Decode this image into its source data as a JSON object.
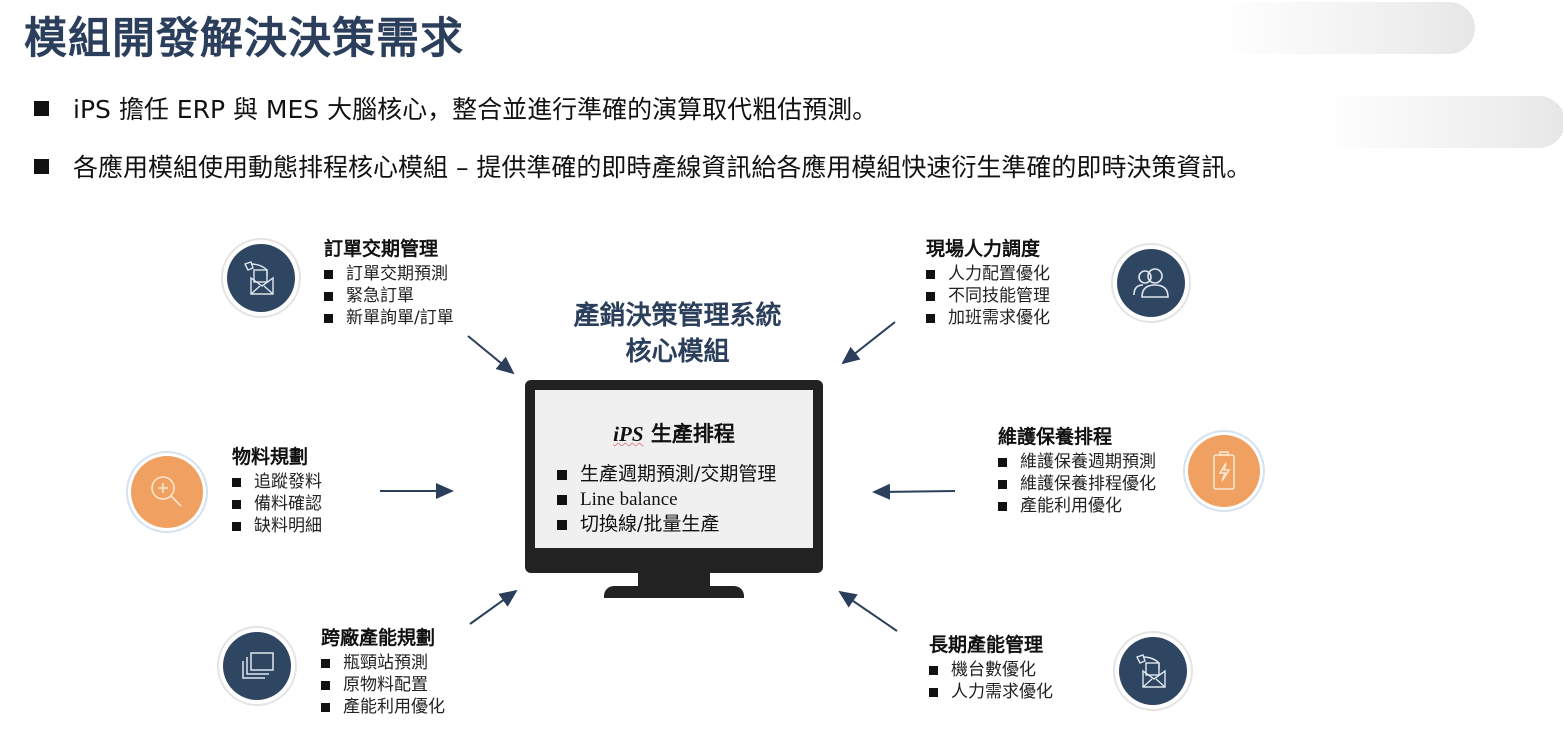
{
  "slide": {
    "title": "模組開發解決決策需求",
    "bullets": [
      "iPS 擔任 ERP 與 MES 大腦核心，整合並進行準確的演算取代粗估預測。",
      "各應用模組使用動態排程核心模組 – 提供準確的即時產線資訊給各應用模組快速衍生準確的即時決策資訊。"
    ]
  },
  "center": {
    "title_line1": "產銷決策管理系統",
    "title_line2": "核心模組",
    "screen_title_brand": "iPS",
    "screen_title_text": "生產排程",
    "items": [
      "生產週期預測/交期管理",
      "Line balance",
      "切換線/批量生產"
    ]
  },
  "modules": {
    "order": {
      "title": "訂單交期管理",
      "icon": "hand-envelope-icon",
      "color": "#2f4663",
      "items": [
        "訂單交期預測",
        "緊急訂單",
        "新單詢單/訂單"
      ]
    },
    "workforce": {
      "title": "現場人力調度",
      "icon": "users-icon",
      "color": "#2f4663",
      "items": [
        "人力配置優化",
        "不同技能管理",
        "加班需求優化"
      ]
    },
    "material": {
      "title": "物料規劃",
      "icon": "zoom-in-icon",
      "color": "#f0a060",
      "items": [
        "追蹤發料",
        "備料確認",
        "缺料明細"
      ]
    },
    "maintenance": {
      "title": "維護保養排程",
      "icon": "battery-charge-icon",
      "color": "#f0a060",
      "items": [
        "維護保養週期預測",
        "維護保養排程優化",
        "產能利用優化"
      ]
    },
    "crossplant": {
      "title": "跨廠產能規劃",
      "icon": "stacked-windows-icon",
      "color": "#2f4663",
      "items": [
        "瓶頸站預測",
        "原物料配置",
        "產能利用優化"
      ]
    },
    "longterm": {
      "title": "長期產能管理",
      "icon": "hand-envelope-icon",
      "color": "#2f4663",
      "items": [
        "機台數優化",
        "人力需求優化"
      ]
    }
  },
  "colors": {
    "title": "#2b3f5c",
    "navy": "#2f4663",
    "orange": "#f0a060",
    "arrow": "#2b3f5c",
    "monitor": "#222222"
  }
}
